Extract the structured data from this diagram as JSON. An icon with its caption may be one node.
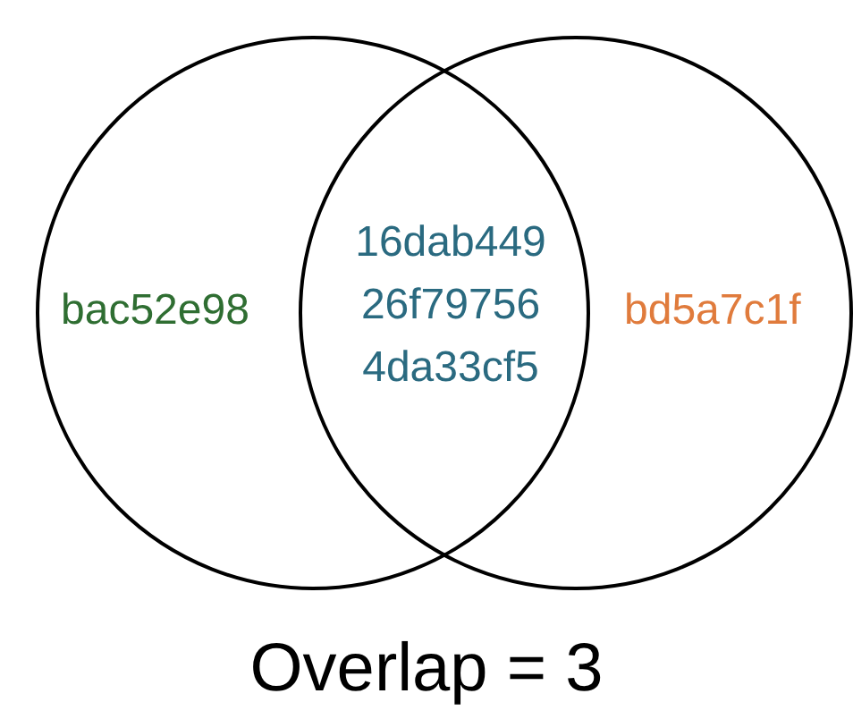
{
  "diagram": {
    "caption": "Overlap = 3",
    "nodes": [
      {
        "text": [
          "bac52e98"
        ]
      },
      {
        "text": [
          "bd5a7c1f"
        ]
      }
    ],
    "labels": [
      "16dab449",
      "26f79756",
      "4da33cf5"
    ]
  }
}
